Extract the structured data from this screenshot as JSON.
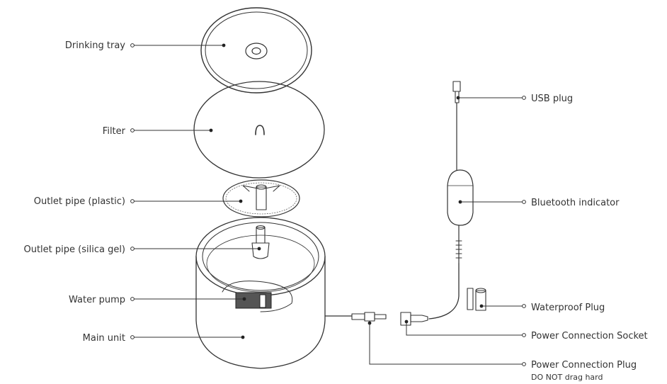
{
  "labels": {
    "drinking_tray": "Drinking tray",
    "filter": "Filter",
    "outlet_pipe_plastic": "Outlet pipe (plastic)",
    "outlet_pipe_silica": "Outlet pipe (silica gel)",
    "water_pump": "Water pump",
    "main_unit": "Main unit",
    "usb_plug": "USB plug",
    "bluetooth_indicator": "Bluetooth indicator",
    "waterproof_plug": "Waterproof Plug",
    "power_connection_socket": "Power Connection Socket",
    "power_connection_plug": "Power Connection Plug",
    "power_plug_warning": "DO NOT drag hard"
  },
  "colors": {
    "line": "#333333",
    "text": "#333333",
    "warning": "#c8375a"
  }
}
